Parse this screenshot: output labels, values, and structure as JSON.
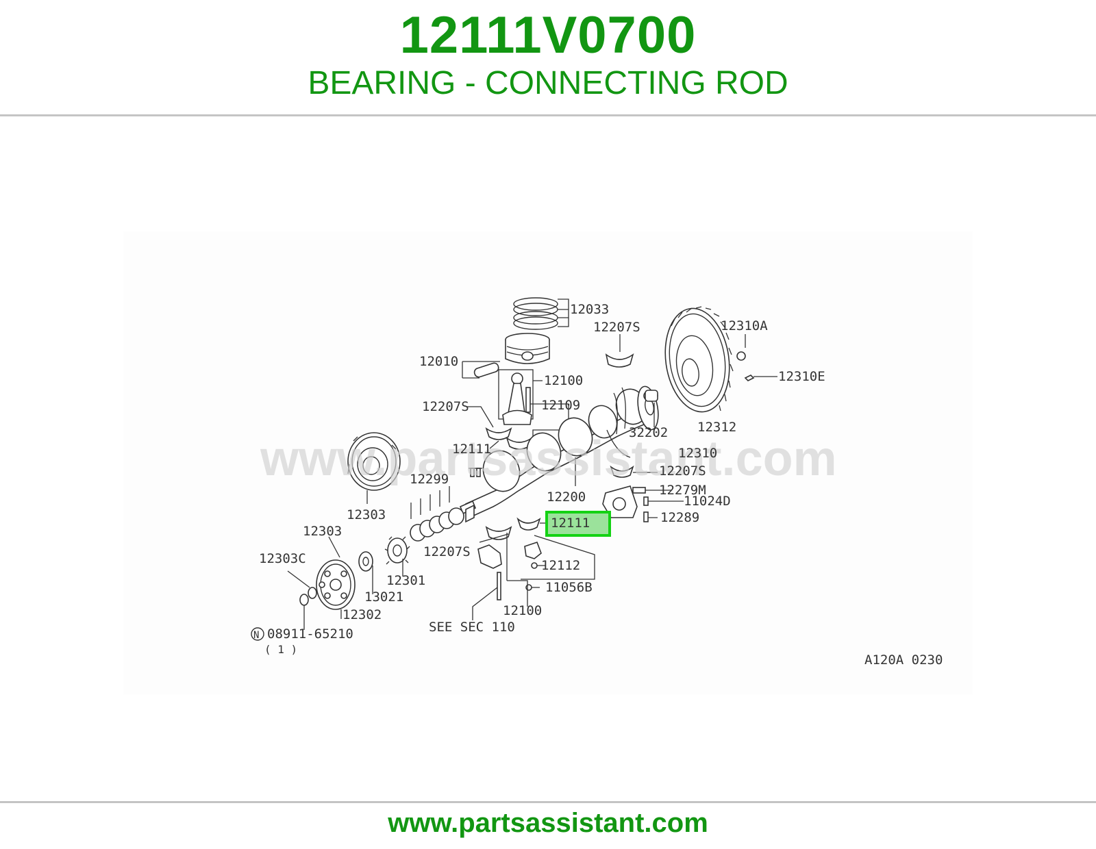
{
  "header": {
    "part_number": "12111V0700",
    "description": "BEARING - CONNECTING ROD"
  },
  "diagram": {
    "watermark": "www.partsassistant.com",
    "ref_code": "A120A 0230",
    "highlight_color": "#14d214",
    "labels": {
      "p12033": "12033",
      "p12207s_a": "12207S",
      "p12310a": "12310A",
      "p12010": "12010",
      "p12100_a": "12100",
      "p12310e": "12310E",
      "p12207s_b": "12207S",
      "p12109": "12109",
      "p32202": "32202",
      "p12312": "12312",
      "p12111_a": "12111",
      "p12310": "12310",
      "p12207s_c": "12207S",
      "p12299": "12299",
      "p12279m": "12279M",
      "p12200": "12200",
      "p11024d": "11024D",
      "p12303_a": "12303",
      "p12289": "12289",
      "p12111_hl": "12111",
      "p12303_b": "12303",
      "p12207s_d": "12207S",
      "p12303c": "12303C",
      "p12112": "12112",
      "p12301": "12301",
      "p11056b": "11056B",
      "p13021": "13021",
      "p12100_b": "12100",
      "p12302": "12302",
      "p_see_sec": "SEE SEC 110",
      "p08911": "08911-65210",
      "p_qty": "( 1 )",
      "p_n": "N"
    }
  },
  "footer": {
    "url": "www.partsassistant.com"
  }
}
